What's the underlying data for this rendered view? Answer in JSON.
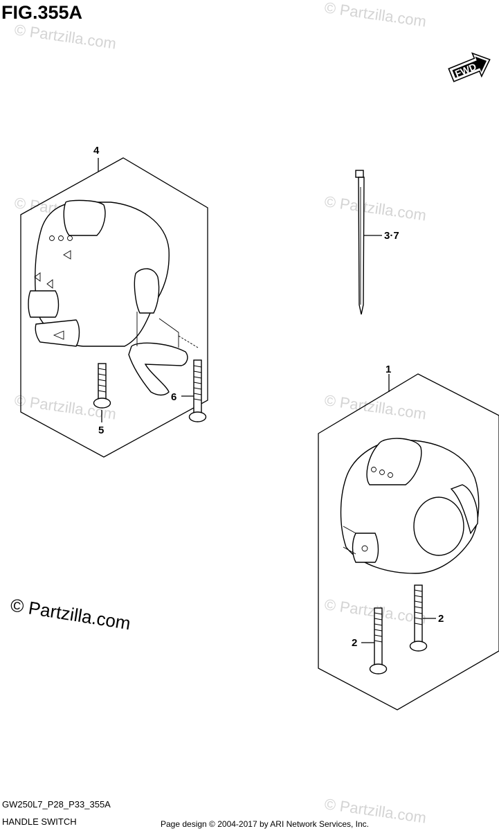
{
  "figure": {
    "title": "FIG.355A"
  },
  "fwd_label": "FWD",
  "callouts": {
    "part4": "4",
    "part37": "3·7",
    "part1": "1",
    "part6": "6",
    "part5": "5",
    "part2a": "2",
    "part2b": "2"
  },
  "watermark": {
    "text": "© Partzilla.com"
  },
  "footer": {
    "code": "GW250L7_P28_P33_355A",
    "name": "HANDLE SWITCH",
    "copyright": "Page design © 2004-2017 by ARI Network Services, Inc."
  }
}
